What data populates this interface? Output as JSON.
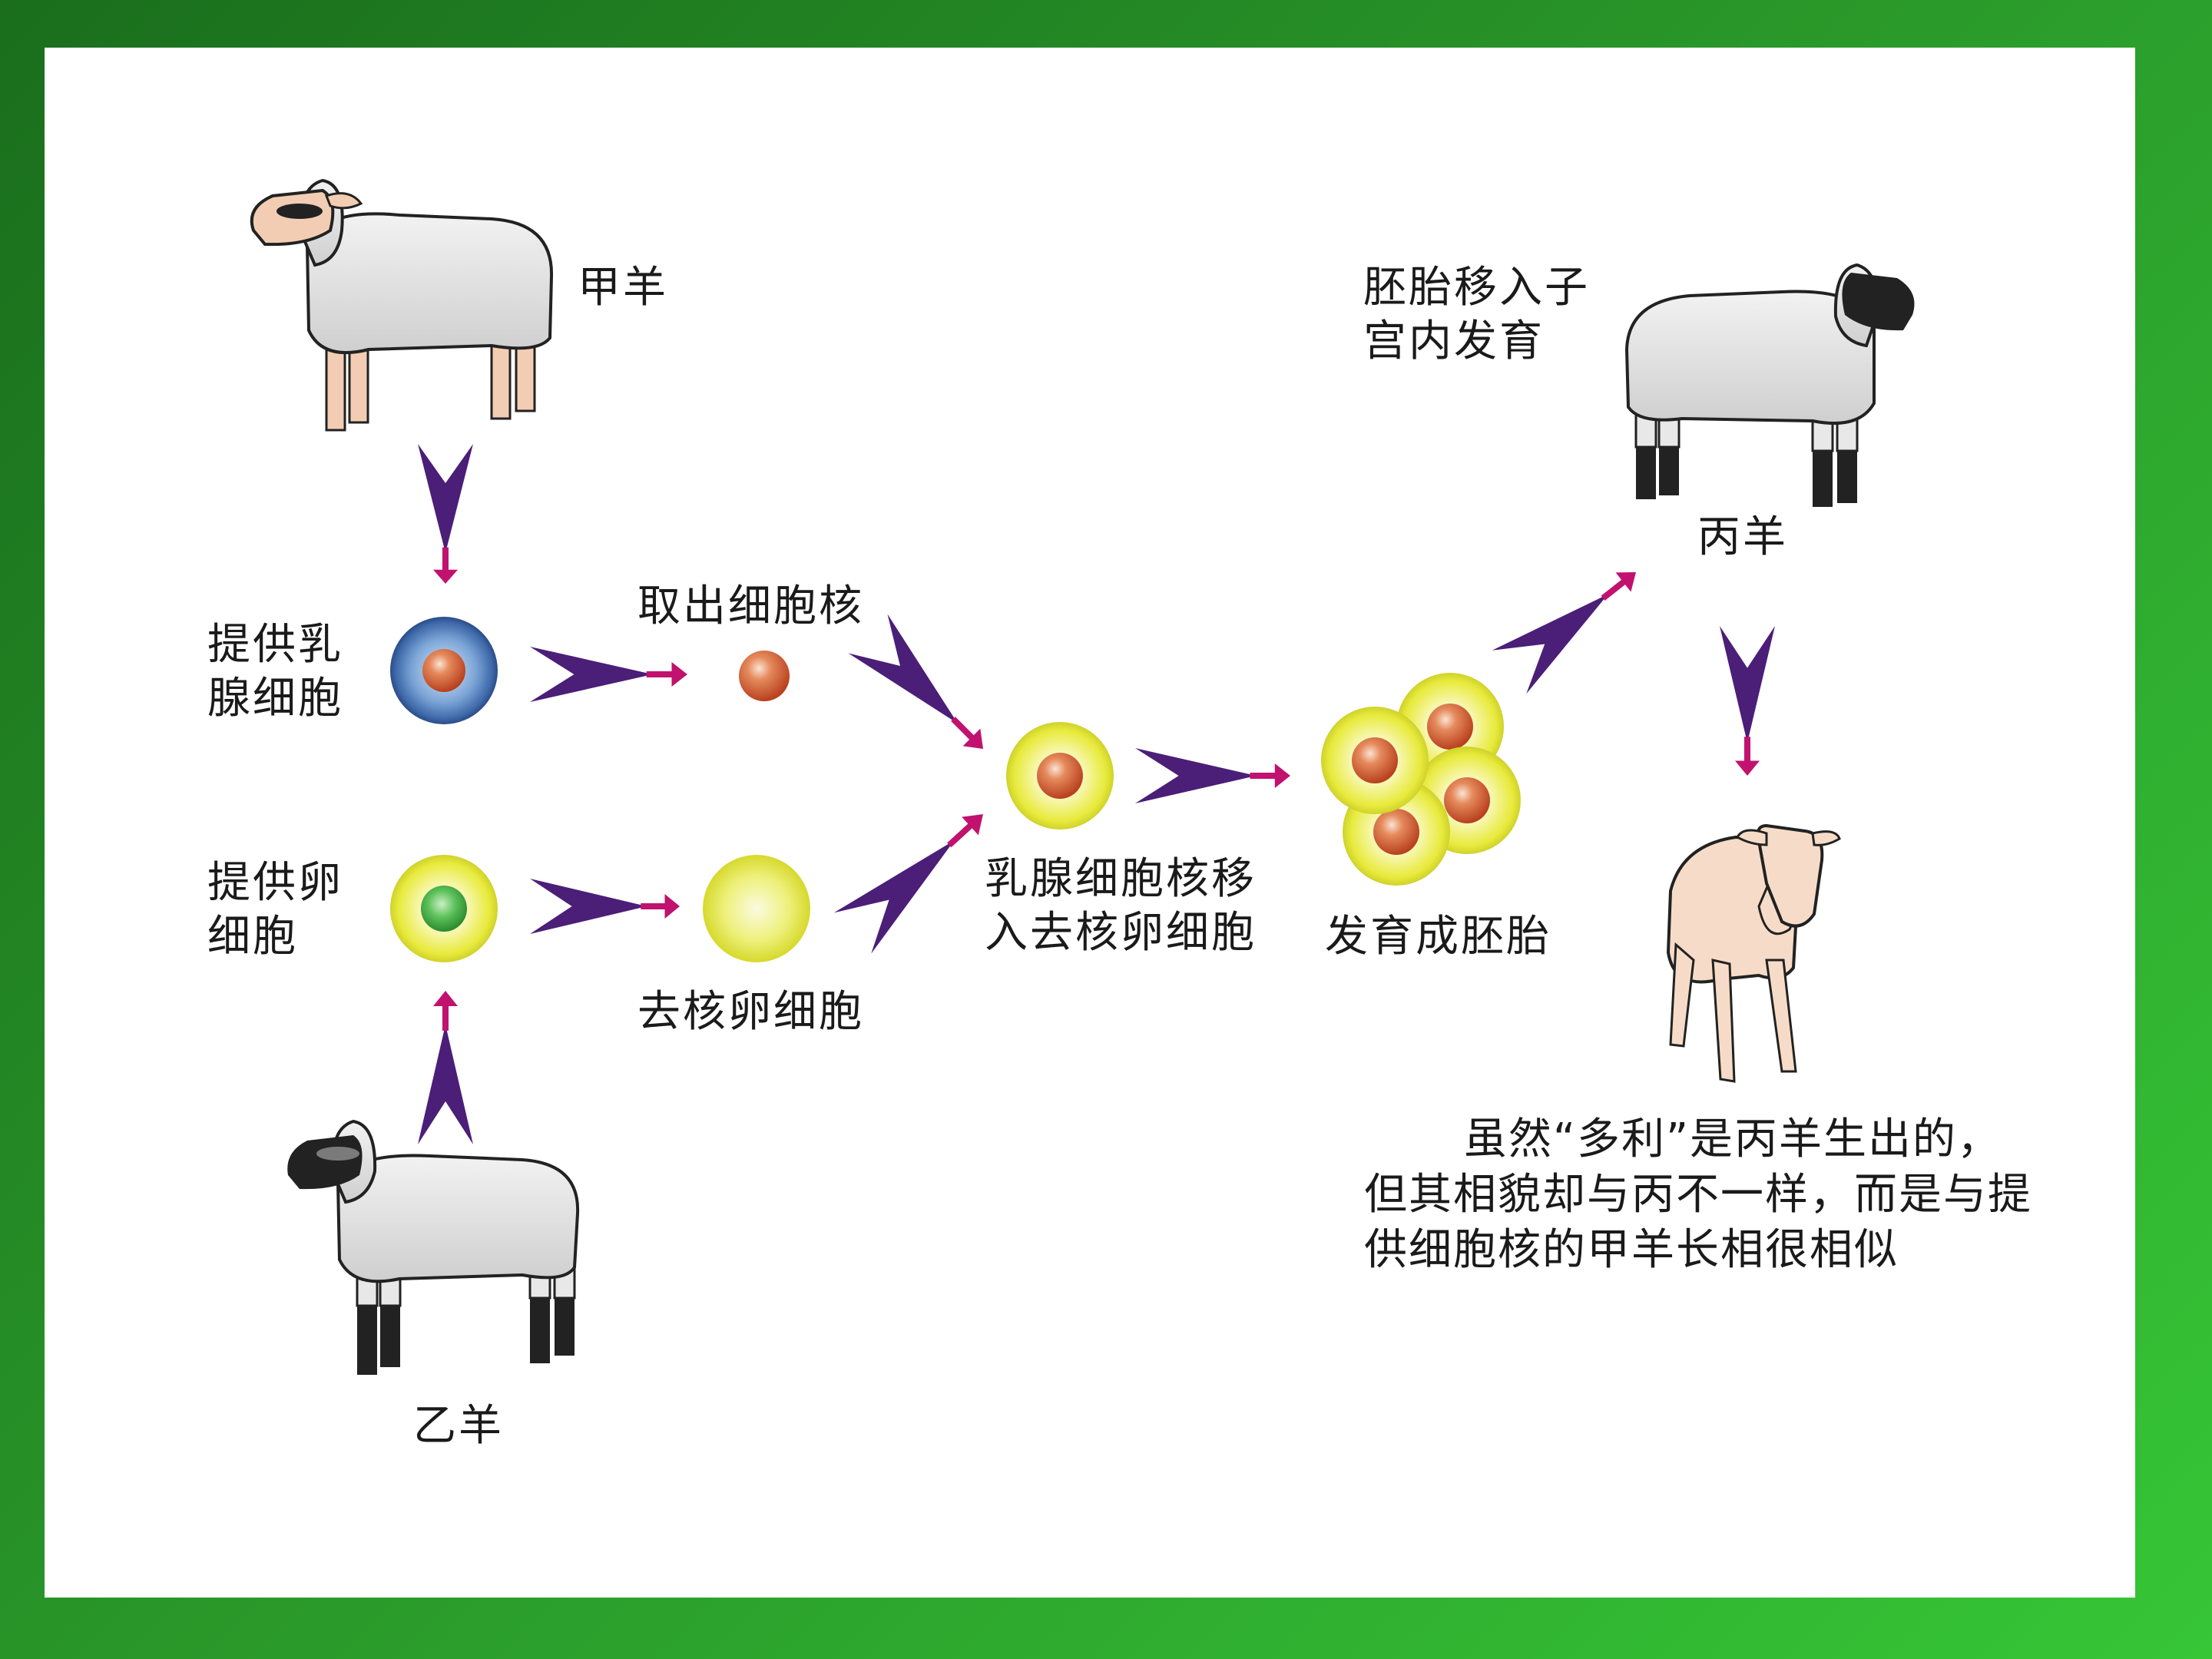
{
  "labels": {
    "sheep_a": "甲羊",
    "sheep_b": "乙羊",
    "sheep_c": "丙羊",
    "mammary_cell": [
      "提供乳",
      "腺细胞"
    ],
    "egg_cell": [
      "提供卵",
      "细胞"
    ],
    "extract_nucleus": "取出细胞核",
    "enucleated_egg": "去核卵细胞",
    "nucleus_transfer": [
      "乳腺细胞核移",
      "入去核卵细胞"
    ],
    "develop_embryo": "发育成胚胎",
    "embryo_transfer": [
      "胚胎移入子",
      "宫内发育"
    ]
  },
  "note": {
    "lines": [
      "虽然“多利”是丙羊生出的，",
      "但其相貌却与丙不一样，而是与提",
      "供细胞核的甲羊长相很相似"
    ]
  },
  "colors": {
    "arrow": "#4b1e78",
    "arrow_tip": "#c0126e",
    "nucleus": "#c8502a",
    "egg_yellow": "#e3e63a",
    "egg_nucleus_green": "#38a83c",
    "mammary_blue": "#4a78b8",
    "lamb": "#f6dcc8"
  }
}
